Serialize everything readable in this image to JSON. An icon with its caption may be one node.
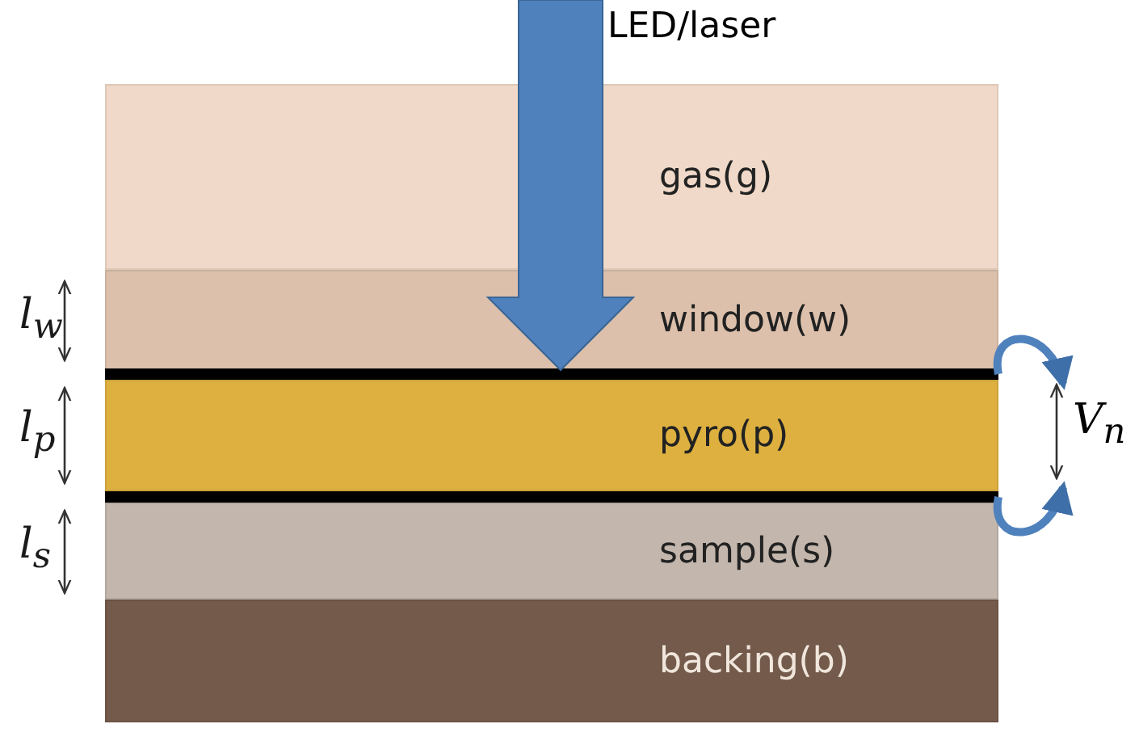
{
  "diagram": {
    "nodes": [
      {
        "text": [
          "LED/laser"
        ]
      },
      {
        "text": [
          "gas(g)"
        ]
      },
      {
        "text": [
          "window(w)"
        ]
      },
      {
        "text": [],
        "shape": "bar"
      },
      {
        "text": [
          "pyro(p)"
        ]
      },
      {
        "text": [],
        "shape": "bar"
      },
      {
        "text": [
          "sample(s)"
        ]
      },
      {
        "text": [
          "backing(b)"
        ]
      },
      {
        "text": [
          "V$_{n}$"
        ]
      }
    ],
    "edges": [
      {
        "from": 0,
        "to": 4,
        "arrow": "to",
        "style": "thick"
      },
      {
        "from": 3,
        "to": 8,
        "arrow": "to"
      },
      {
        "from": 5,
        "to": 8,
        "arrow": "to"
      }
    ],
    "labels": [
      "l$_{w}$",
      "l$_{p}$",
      "l$_{s}$"
    ]
  }
}
